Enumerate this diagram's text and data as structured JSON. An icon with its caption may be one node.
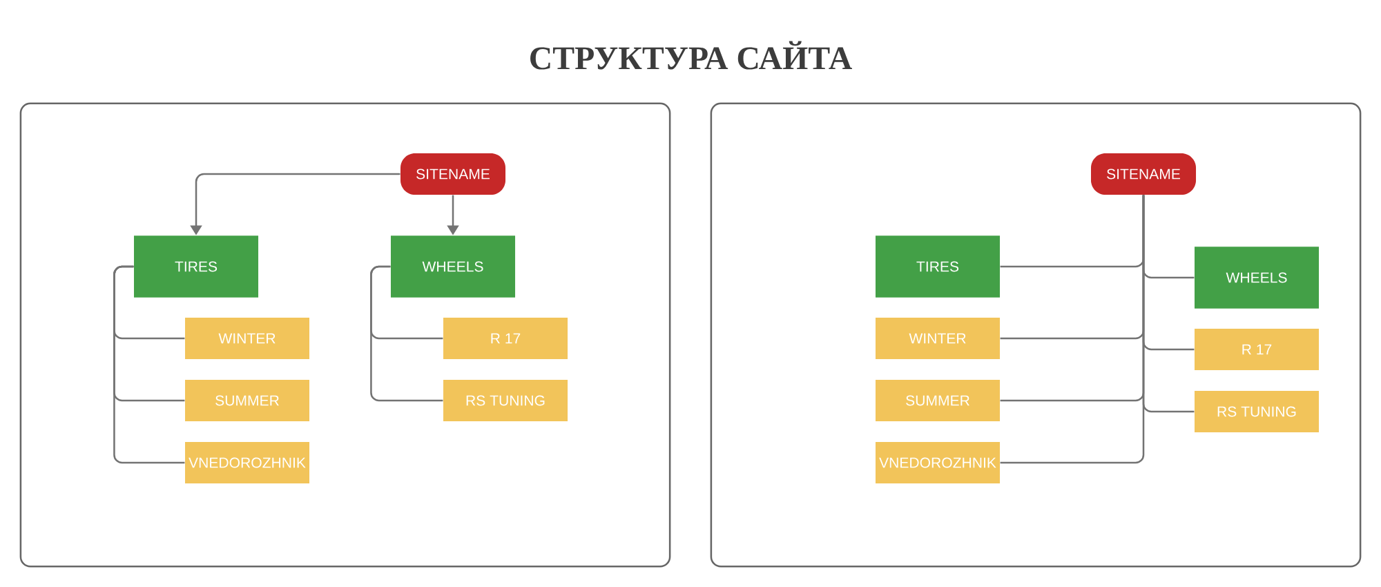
{
  "diagram": {
    "title": "СТРУКТУРА САЙТА",
    "nodes": [
      {
        "text": [],
        "shape": "box"
      },
      {
        "text": [
          "SITENAME"
        ],
        "in": 0
      },
      {
        "text": [
          "TIRES"
        ],
        "in": 0
      },
      {
        "text": [
          "WHEELS"
        ],
        "in": 0
      },
      {
        "text": [
          "WINTER"
        ],
        "in": 0
      },
      {
        "text": [
          "SUMMER"
        ],
        "in": 0
      },
      {
        "text": [
          "VNEDOROZHNIK"
        ],
        "in": 0
      },
      {
        "text": [
          "R 17"
        ],
        "in": 0
      },
      {
        "text": [
          "RS TUNING"
        ],
        "in": 0
      },
      {
        "text": [],
        "shape": "box"
      },
      {
        "text": [
          "SITENAME"
        ],
        "in": 9
      },
      {
        "text": [
          "TIRES"
        ],
        "in": 9
      },
      {
        "text": [
          "WINTER"
        ],
        "in": 9
      },
      {
        "text": [
          "SUMMER"
        ],
        "in": 9
      },
      {
        "text": [
          "VNEDOROZHNIK"
        ],
        "in": 9
      },
      {
        "text": [
          "WHEELS"
        ],
        "in": 9
      },
      {
        "text": [
          "R 17"
        ],
        "in": 9
      },
      {
        "text": [
          "RS TUNING"
        ],
        "in": 9
      }
    ],
    "edges": [
      {
        "from": 1,
        "to": 2,
        "arrow": "to"
      },
      {
        "from": 1,
        "to": 3,
        "arrow": "to"
      },
      {
        "from": 2,
        "to": 4,
        "arrow": "none"
      },
      {
        "from": 2,
        "to": 5,
        "arrow": "none"
      },
      {
        "from": 2,
        "to": 6,
        "arrow": "none"
      },
      {
        "from": 3,
        "to": 7,
        "arrow": "none"
      },
      {
        "from": 3,
        "to": 8,
        "arrow": "none"
      },
      {
        "from": 10,
        "to": 11,
        "arrow": "none"
      },
      {
        "from": 10,
        "to": 12,
        "arrow": "none"
      },
      {
        "from": 10,
        "to": 13,
        "arrow": "none"
      },
      {
        "from": 10,
        "to": 14,
        "arrow": "none"
      },
      {
        "from": 10,
        "to": 15,
        "arrow": "none"
      },
      {
        "from": 10,
        "to": 16,
        "arrow": "none"
      },
      {
        "from": 10,
        "to": 17,
        "arrow": "none"
      }
    ]
  }
}
